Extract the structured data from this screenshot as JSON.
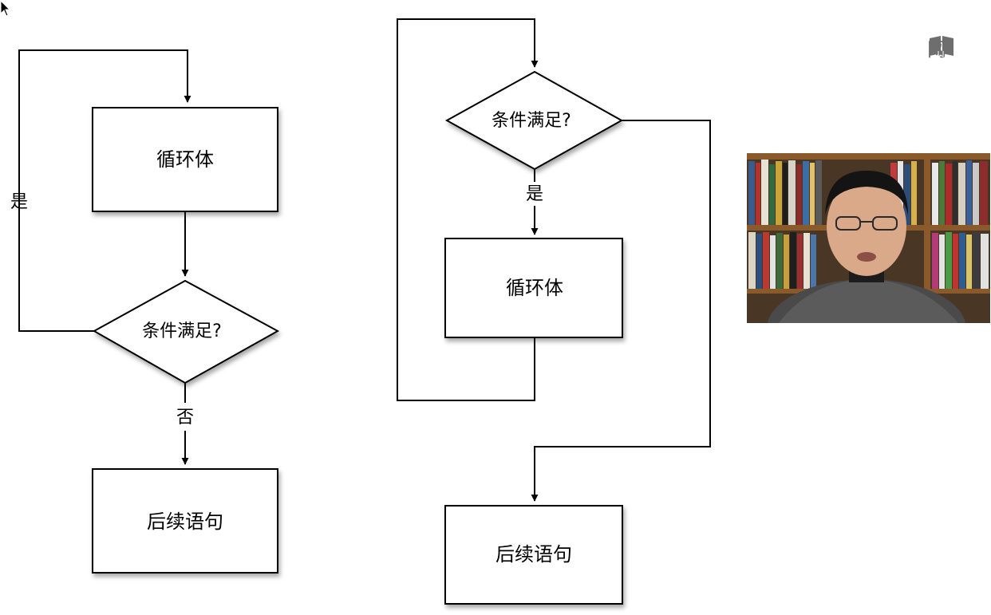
{
  "left_flowchart": {
    "loop_body": "循环体",
    "condition": "条件满足?",
    "yes_label": "是",
    "no_label": "否",
    "next_statement": "后续语句"
  },
  "right_flowchart": {
    "condition": "条件满足?",
    "yes_label": "是",
    "loop_body": "循环体",
    "next_statement": "后续语句"
  },
  "logo": {
    "text": "网",
    "icon": "book-icon"
  },
  "video": {
    "description_icon": "webcam-feed"
  },
  "colors": {
    "stroke": "#000000",
    "logo_gray": "#6e6e6e",
    "shelf_wood": "#8b5a2b"
  }
}
